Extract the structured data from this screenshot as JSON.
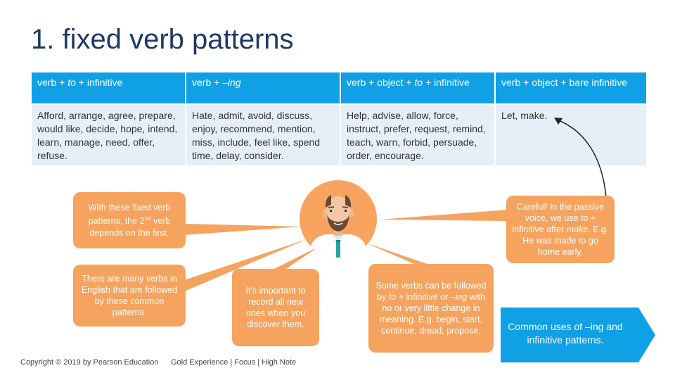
{
  "title": "1. fixed verb patterns",
  "table": {
    "headers": [
      "verb + to + infinitive",
      "verb + –ing",
      "verb + object + to + infinitive",
      "verb + object + bare infinitive"
    ],
    "cells": [
      "Afford, arrange, agree, prepare, would like, decide, hope, intend, learn, manage, need, offer, refuse.",
      "Hate, admit, avoid, discuss, enjoy, recommend, mention, miss, include, feel like, spend time, delay, consider.",
      "Help, advise, allow, force, instruct, prefer, request, remind, teach, warn, forbid, persuade, order, encourage.",
      "Let, make."
    ]
  },
  "bubbles": {
    "fixed_patterns": "With these fixed verb patterns, the 2nd verb depends on the first.",
    "many_verbs": "There are many verbs in English that are followed by these common patterns.",
    "record": "It's important to record all new ones when you discover them.",
    "some_verbs": "Some verbs can be followed by to + infinitive or –ing with no or very little change in meaning. E.g. begin, start, continue, dread, propose.",
    "careful": "Careful! In the passive voice, we use to + infinitive after make. E.g. He was made to go home early."
  },
  "callout": "Common uses of –ing and infinitive patterns.",
  "footer": {
    "copyright": "Copyright © 2019 by Pearson Education",
    "series": "Gold Experience | Focus | High Note"
  },
  "colors": {
    "title": "#1b3a64",
    "header_bg": "#0fa0e6",
    "cell_bg": "#e6eff7",
    "bubble": "#f6a35f",
    "callout": "#0fa0e6"
  },
  "icons": [
    "teacher-avatar-icon",
    "curved-arrow-icon"
  ]
}
